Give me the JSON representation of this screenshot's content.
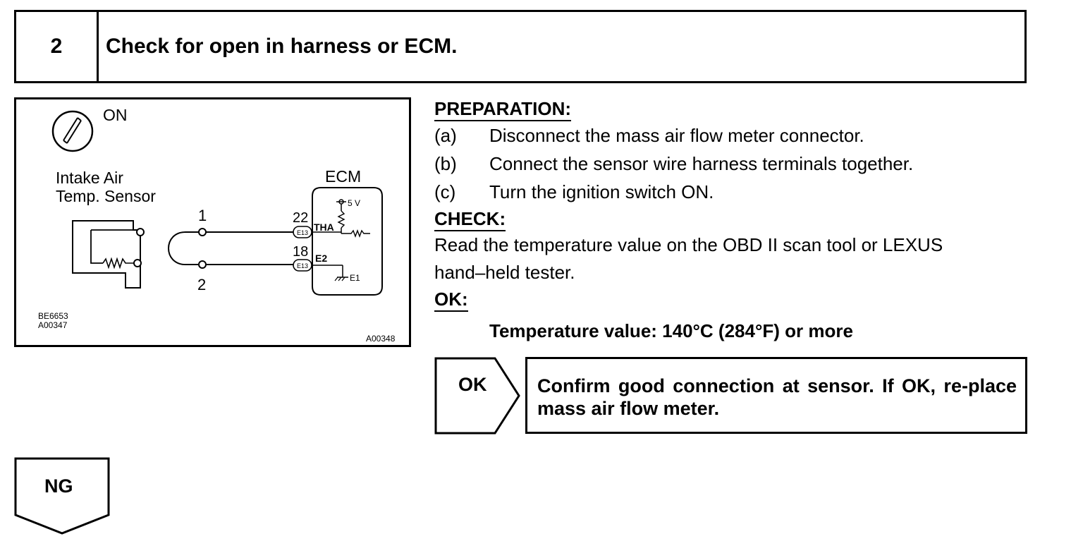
{
  "step": {
    "number": "2",
    "title": "Check for open in harness or ECM."
  },
  "diagram": {
    "ignition_label": "ON",
    "sensor_label_line1": "Intake Air",
    "sensor_label_line2": "Temp. Sensor",
    "ecm_label": "ECM",
    "voltage_label": "5 V",
    "pin1_label": "1",
    "pin2_label": "2",
    "terminal_upper_number": "22",
    "terminal_upper_connector": "E13",
    "terminal_upper_signal": "THA",
    "terminal_lower_number": "18",
    "terminal_lower_connector": "E13",
    "terminal_lower_signal": "E2",
    "ground_label": "E1",
    "code_1": "BE6653",
    "code_2": "A00347",
    "code_3": "A00348"
  },
  "procedure": {
    "preparation_heading": "PREPARATION:",
    "steps": [
      {
        "letter": "(a)",
        "text": "Disconnect the mass air flow meter connector."
      },
      {
        "letter": "(b)",
        "text": "Connect the sensor wire harness terminals together."
      },
      {
        "letter": "(c)",
        "text": "Turn the ignition switch ON."
      }
    ],
    "check_heading": "CHECK:",
    "check_line1": "Read the temperature value on the OBD II scan tool or LEXUS",
    "check_line2": "hand–held tester.",
    "ok_heading": "OK:",
    "ok_value": "Temperature value: 140°C (284°F) or more"
  },
  "flow": {
    "ok_label": "OK",
    "ok_result": "Confirm good connection at sensor. If OK, re-place mass air flow meter.",
    "ng_label": "NG"
  }
}
